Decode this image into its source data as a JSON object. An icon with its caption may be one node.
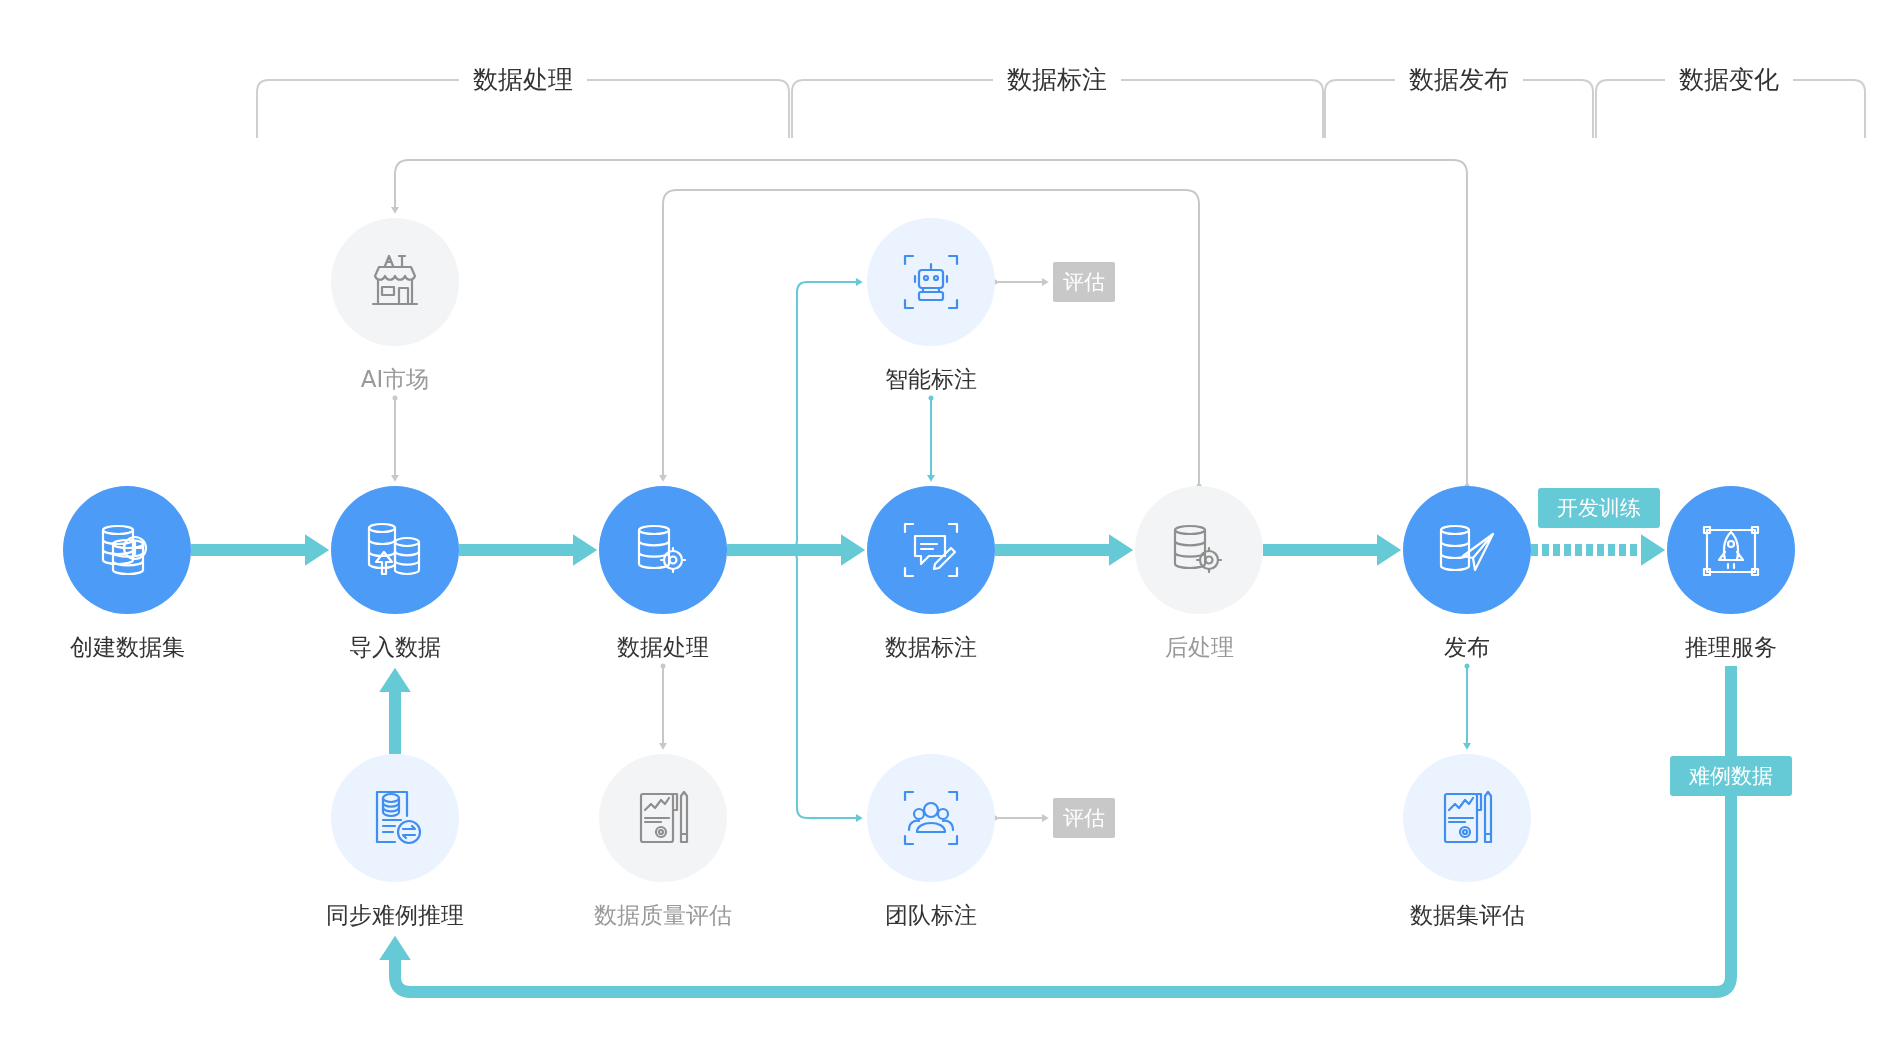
{
  "diagram": {
    "nodes": [
      {
        "text": [
          "创建数据集"
        ]
      },
      {
        "text": [
          "导入数据"
        ]
      },
      {
        "text": [
          "数据处理"
        ]
      },
      {
        "text": [
          "数据标注"
        ]
      },
      {
        "text": [
          "后处理"
        ]
      },
      {
        "text": [
          "发布"
        ]
      },
      {
        "text": [
          "推理服务"
        ]
      },
      {
        "text": [
          "AI市场"
        ]
      },
      {
        "text": [
          "智能标注"
        ]
      },
      {
        "text": [
          "同步难例推理"
        ]
      },
      {
        "text": [
          "数据质量评估"
        ]
      },
      {
        "text": [
          "团队标注"
        ]
      },
      {
        "text": [
          "数据集评估"
        ]
      },
      {
        "text": [
          "评估"
        ]
      },
      {
        "text": [
          "评估"
        ]
      }
    ],
    "edges": [
      {
        "from": 0,
        "to": 1,
        "arrow": "to",
        "style": "thick"
      },
      {
        "from": 1,
        "to": 2,
        "arrow": "to",
        "style": "thick"
      },
      {
        "from": 2,
        "to": 3,
        "arrow": "to",
        "style": "thick"
      },
      {
        "from": 3,
        "to": 4,
        "arrow": "to",
        "style": "thick"
      },
      {
        "from": 4,
        "to": 5,
        "arrow": "to",
        "style": "thick"
      },
      {
        "from": 5,
        "to": 6,
        "arrow": "to",
        "style": "dashed",
        "label": "开发训练"
      },
      {
        "from": 9,
        "to": 1,
        "arrow": "to",
        "style": "thick"
      },
      {
        "from": 6,
        "to": 9,
        "arrow": "to",
        "style": "thick",
        "label": "难例数据"
      },
      {
        "from": 7,
        "to": 1,
        "arrow": "to",
        "color": "#c8c8c8"
      },
      {
        "from": 5,
        "to": 7,
        "arrow": "to",
        "color": "#c8c8c8"
      },
      {
        "from": 4,
        "to": 2,
        "arrow": "to",
        "color": "#c8c8c8"
      },
      {
        "from": 2,
        "to": 10,
        "arrow": "to",
        "color": "#c8c8c8"
      },
      {
        "from": 8,
        "to": 13,
        "arrow": "to",
        "color": "#c8c8c8"
      },
      {
        "from": 11,
        "to": 14,
        "arrow": "to",
        "color": "#c8c8c8"
      },
      {
        "from": 8,
        "to": 3,
        "arrow": "to"
      },
      {
        "from": 5,
        "to": 12,
        "arrow": "to"
      },
      {
        "from": 2,
        "to": 8,
        "arrow": "to"
      },
      {
        "from": 2,
        "to": 11,
        "arrow": "to"
      }
    ],
    "labels": [
      "数据处理",
      "数据标注",
      "数据发布",
      "数据变化"
    ]
  }
}
